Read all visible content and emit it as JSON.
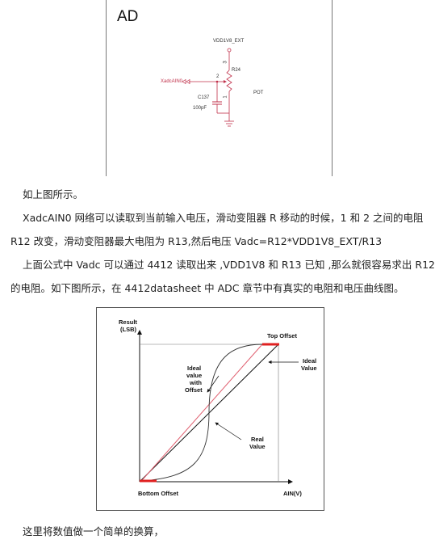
{
  "schematic": {
    "title": "AD",
    "net_supply": "VDD1V8_EXT",
    "ref_resistor": "R24",
    "pin3": "3",
    "pin2": "2",
    "pin1": "1",
    "net_adc": "XadcAIN0",
    "cap_ref": "C137",
    "cap_value": "100pF",
    "pot_label": "POT",
    "net_color": "#c0304a"
  },
  "paragraphs": [
    "如上图所示。",
    "XadcAIN0 网络可以读取到当前输入电压，滑动变阻器 R 移动的时候，1 和 2 之间的电阻",
    "R12 改变，滑动变阻器最大电阻为 R13,然后电压 Vadc=R12*VDD1V8_EXT/R13",
    "上面公式中 Vadc 可以通过 4412 读取出来 ,VDD1V8 和 R13 已知 ,那么就很容易求出 R12",
    "的电阻。如下图所示，在 4412datasheet 中 ADC 章节中有真实的电阻和电压曲线图。"
  ],
  "adc_figure": {
    "y_axis_label_1": "Result",
    "y_axis_label_2": "(LSB)",
    "x_axis_label": "AIN(V)",
    "top_offset": "Top Offset",
    "bottom_offset": "Bottom Offset",
    "ideal_value_lines": [
      "Ideal",
      "Value"
    ],
    "ideal_with_offset_lines": [
      "Ideal",
      "value",
      "with",
      "Offset"
    ],
    "real_value_lines": [
      "Real",
      "Value"
    ],
    "offset_color": "#e02020",
    "ideal_offset_color": "#e06070"
  },
  "footer_text": "这里将数值做一个简单的换算，"
}
